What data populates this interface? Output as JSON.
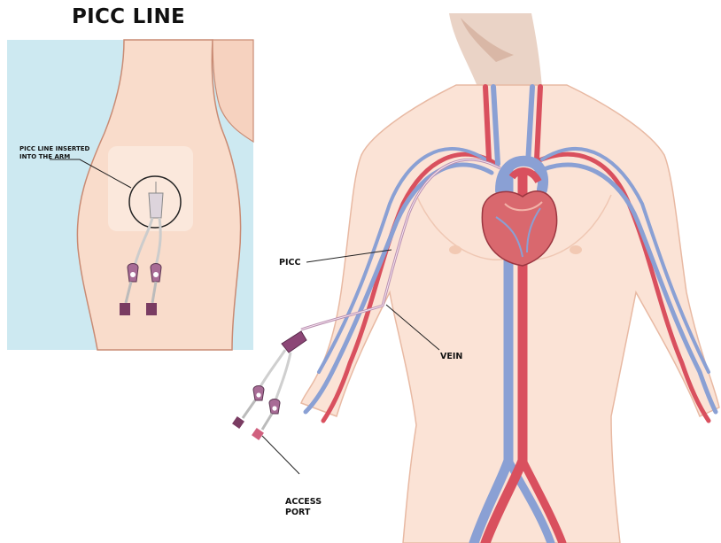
{
  "title": "PICC LINE",
  "labels": {
    "inset": "PICC LINE INSERTED INTO THE ARM",
    "picc": "PICC",
    "vein": "VEIN",
    "access_port": "ACCESS PORT"
  },
  "colors": {
    "skin": "#f9dccb",
    "skin_dark": "#f0c3a8",
    "inset_bg": "#cde9f1",
    "artery": "#d9505e",
    "vein": "#8aa0d4",
    "catheter": "#9a4e7a",
    "heart": "#d9686e"
  }
}
